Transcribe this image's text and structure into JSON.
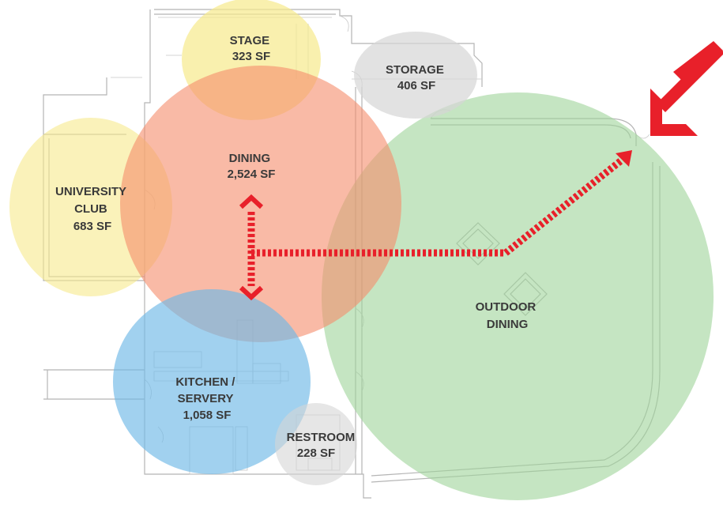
{
  "zones": [
    {
      "id": "stage",
      "lines": [
        "STAGE",
        "323 SF"
      ],
      "color": "#f7e98c"
    },
    {
      "id": "storage",
      "lines": [
        "STORAGE",
        "406 SF"
      ],
      "color": "#d5d5d5"
    },
    {
      "id": "university-club",
      "lines": [
        "UNIVERSITY",
        "CLUB",
        "683 SF"
      ],
      "color": "#f7e98c"
    },
    {
      "id": "dining",
      "lines": [
        "DINING",
        "2,524 SF"
      ],
      "color": "#f58c6a"
    },
    {
      "id": "outdoor-dining",
      "lines": [
        "OUTDOOR",
        "DINING"
      ],
      "color": "#9fd49a"
    },
    {
      "id": "kitchen",
      "lines": [
        "KITCHEN /",
        "SERVERY",
        "1,058 SF"
      ],
      "color": "#6fb8e6"
    },
    {
      "id": "restroom",
      "lines": [
        "RESTROOM",
        "228 SF"
      ],
      "color": "#d5d5d5"
    }
  ],
  "colors": {
    "arrow": "#e8202a",
    "walls": "#b5b5b5"
  }
}
